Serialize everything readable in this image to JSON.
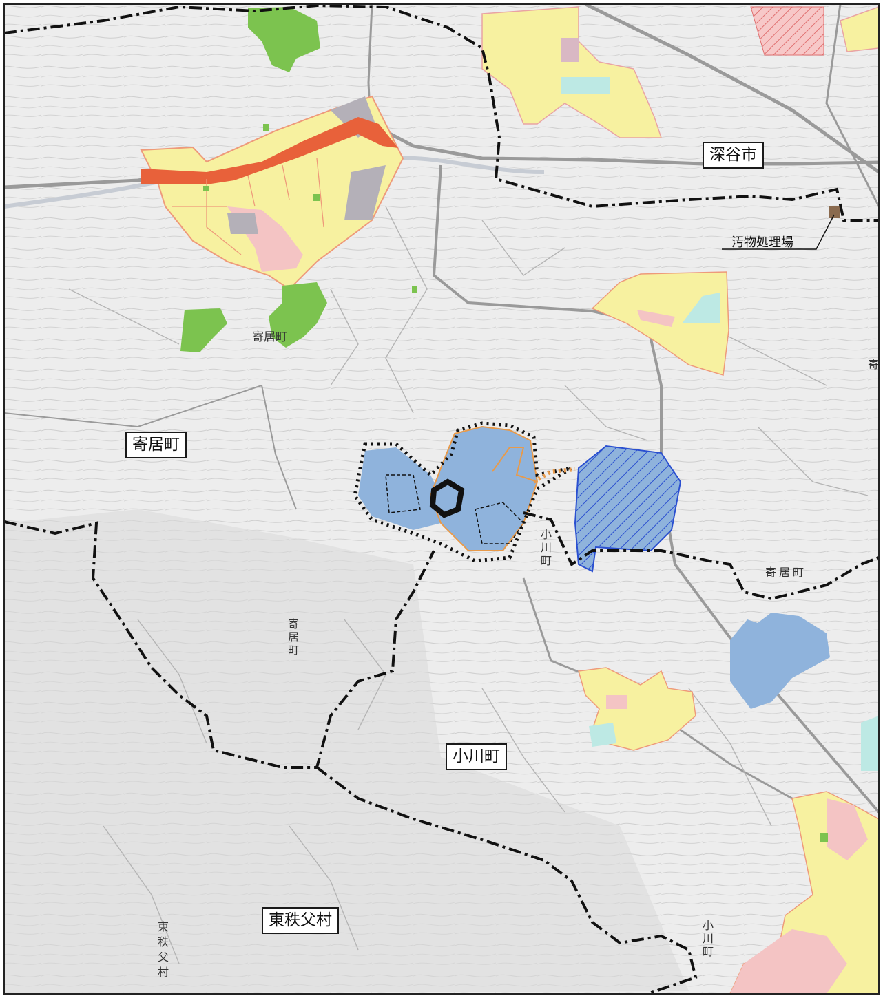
{
  "map": {
    "labels_boxed": {
      "fukaya": "深谷市",
      "yorii_west": "寄居町",
      "ogawa_center": "小川町",
      "higashichichibu": "東秩父村"
    },
    "labels_plain": {
      "yorii_town_center": "寄居町",
      "ogawa_vertical_1": "小川町",
      "yorii_east": "寄居町",
      "yorii_vertical": "寄居町",
      "higashichichibu_vertical": "東秩父村",
      "ogawa_vertical_2": "小川町",
      "yori_edge": "寄"
    },
    "callouts": {
      "sewage_plant": "汚物処理場"
    },
    "colors": {
      "map_background": "#ededed",
      "residential_yellow": "#f7f1a0",
      "commercial_pink": "#f4c4c4",
      "road_orange": "#e8613a",
      "industrial_blue": "#8fb3dc",
      "park_green": "#7cc34f",
      "light_cyan": "#bde9e4",
      "gray_area": "#b4b0b8",
      "boundary_black": "#111111",
      "sewage_brown": "#8a6a4e"
    }
  }
}
